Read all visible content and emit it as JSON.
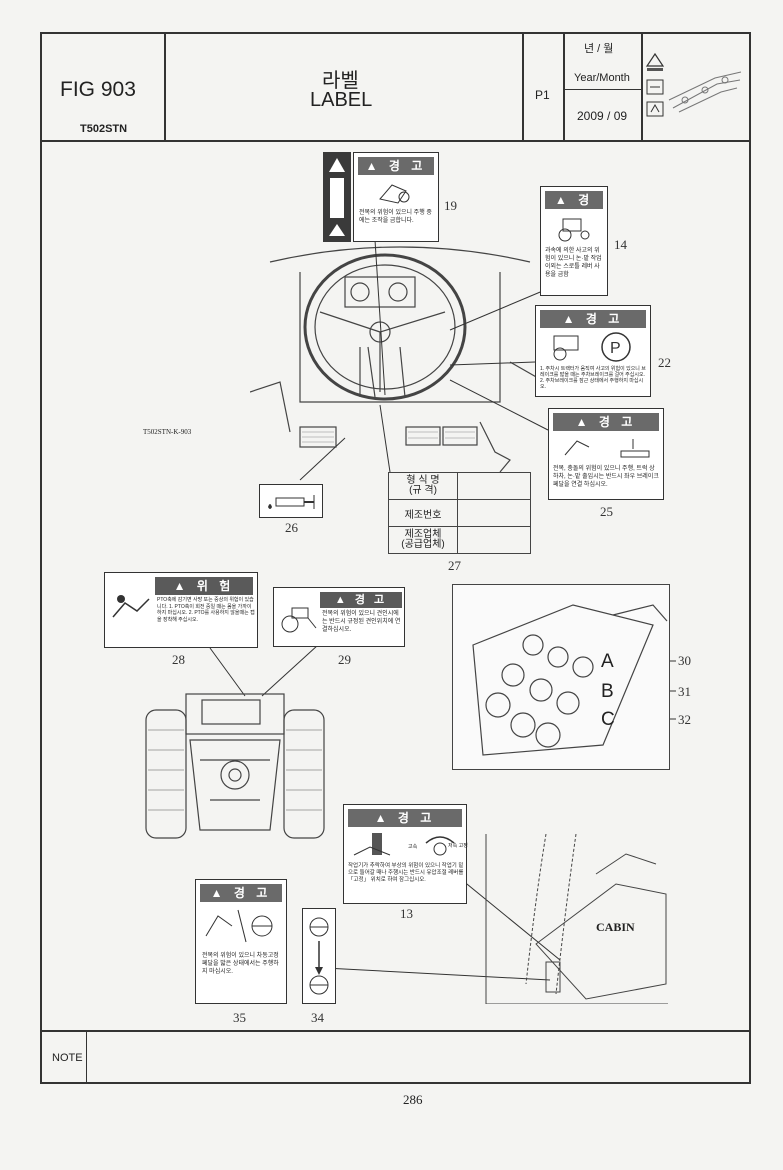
{
  "header": {
    "fig": "FIG 903",
    "model": "T502STN",
    "title_kr": "라벨",
    "title_en": "LABEL",
    "page_code": "P1",
    "year_month_kr": "년 / 월",
    "year_month_en": "Year/Month",
    "date": "2009 / 09"
  },
  "figure_code": "T502STN-K-903",
  "warning_word": "경  고",
  "danger_word": "위  험",
  "labels": {
    "l19": {
      "num": "19",
      "text": "전복의 위험이 있으니 주행 중에는 조작을 금합니다."
    },
    "l14": {
      "num": "14",
      "text": "과속에 의한 사고의 위험이 있으니 논·밭 작업 이외는 스로틀 레버 사용을 금함"
    },
    "l22": {
      "num": "22",
      "text": "1. 주차시 트랙터가 움직여 사고의 위험이 있으니 브레이크를 밟을 때는 주차브레이크를 걸어 주십시오. 2. 주차브레이크를 잠근 상태에서 주행하지 마십시오."
    },
    "l25": {
      "num": "25",
      "text": "전복, 충돌의 위험이 있으니 주행, 트럭 상 하차, 논·밭 출입시는 반드시 좌우 브레이크 페달을 연결 하십시오."
    },
    "l26": {
      "num": "26"
    },
    "l27": {
      "num": "27",
      "rows": [
        "형 식 명\n(규 격)",
        "제조번호",
        "제조업체\n(공급업체)"
      ]
    },
    "l28": {
      "num": "28",
      "text": "PTO축에 감기면 사망 또는 중상의 위험이 있습니다. 1. PTO축이 회전 중일 때는 몸을 가까이 하지 마십시오. 2. PTO를 사용하지 않을때는 캡을 장착해 주십시오."
    },
    "l29": {
      "num": "29",
      "text": "전복의 위험이 있으니 견인시에는 반드시 규정된 견인위치에 연결하십시오."
    },
    "l30": {
      "num": "30",
      "letter": "A"
    },
    "l31": {
      "num": "31",
      "letter": "B"
    },
    "l32": {
      "num": "32",
      "letter": "C"
    },
    "l13": {
      "num": "13",
      "sub1": "고속",
      "sub2": "저속 고정",
      "text": "작업기가 추락하여 부상의 위험이 있으니 작업기 밑으로 들어갈 때나 주행시는 반드시 유압조절 레버를 「고정」 위치로 하여 잠그십시오."
    },
    "l35": {
      "num": "35",
      "text": "전복의 위험이 있으니 차동고정 페달을 밟은 상태에서는 주행하지 마십시오."
    },
    "l34": {
      "num": "34"
    }
  },
  "cabin_text": "CABIN",
  "note_label": "NOTE",
  "page_number": "286"
}
